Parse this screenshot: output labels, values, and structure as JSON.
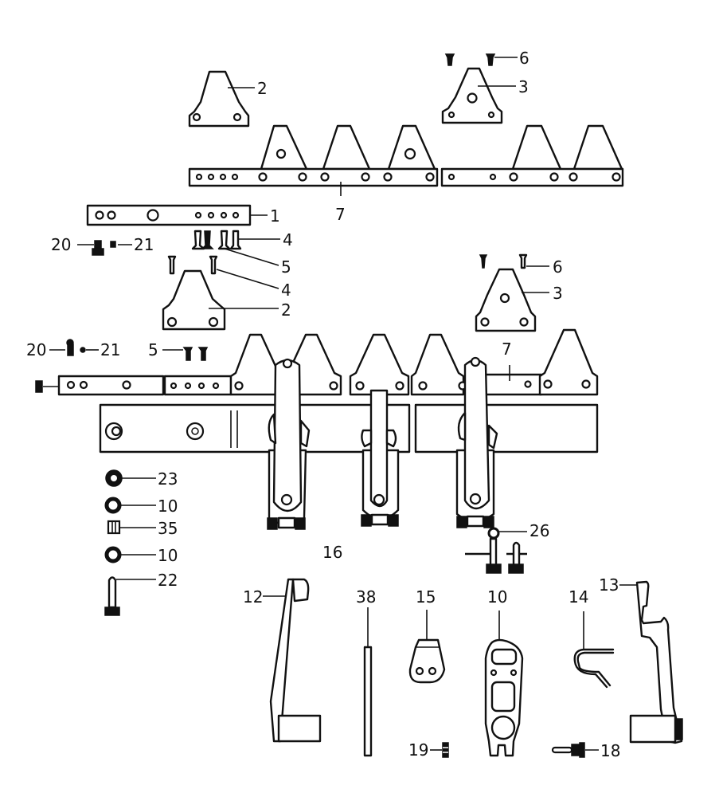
{
  "diagram": {
    "type": "exploded-parts-diagram",
    "subject": "mower cutter bar / knife assembly",
    "background_color": "#ffffff",
    "line_color": "#111111",
    "callouts": [
      {
        "id": "c2a",
        "label": "2",
        "part": "knife section (upper, plain)"
      },
      {
        "id": "c3a",
        "label": "3",
        "part": "knife section with center hole (upper)"
      },
      {
        "id": "c6a",
        "label": "6",
        "part": "rivet (upper)"
      },
      {
        "id": "c7a",
        "label": "7",
        "part": "knife bar with sections (upper)"
      },
      {
        "id": "c1",
        "label": "1",
        "part": "knife back / head bar"
      },
      {
        "id": "c20a",
        "label": "20",
        "part": "bolt (upper)"
      },
      {
        "id": "c21a",
        "label": "21",
        "part": "nut (upper)"
      },
      {
        "id": "c4a",
        "label": "4",
        "part": "rivets (row)"
      },
      {
        "id": "c5a",
        "label": "5",
        "part": "rivets (row)"
      },
      {
        "id": "c4b",
        "label": "4",
        "part": "rivet (single)"
      },
      {
        "id": "c2b",
        "label": "2",
        "part": "knife section (middle)"
      },
      {
        "id": "c6b",
        "label": "6",
        "part": "rivet (middle)"
      },
      {
        "id": "c3b",
        "label": "3",
        "part": "knife section with center hole (middle)"
      },
      {
        "id": "c20b",
        "label": "20",
        "part": "bolt (lower)"
      },
      {
        "id": "c21b",
        "label": "21",
        "part": "nut (lower)"
      },
      {
        "id": "c5b",
        "label": "5",
        "part": "rivets (lower)"
      },
      {
        "id": "c7b",
        "label": "7",
        "part": "knife bar (assembled)"
      },
      {
        "id": "c23",
        "label": "23",
        "part": "nut"
      },
      {
        "id": "c10a",
        "label": "10",
        "part": "washer"
      },
      {
        "id": "c35",
        "label": "35",
        "part": "spacer"
      },
      {
        "id": "c10b",
        "label": "10",
        "part": "washer"
      },
      {
        "id": "c22",
        "label": "22",
        "part": "bolt"
      },
      {
        "id": "c16",
        "label": "16",
        "part": "guard / finger bar assembly"
      },
      {
        "id": "c26",
        "label": "26",
        "part": "lock nut"
      },
      {
        "id": "c12",
        "label": "12",
        "part": "left hold-down clip / lever"
      },
      {
        "id": "c38",
        "label": "38",
        "part": "rod"
      },
      {
        "id": "c15",
        "label": "15",
        "part": "wear plate"
      },
      {
        "id": "c10c",
        "label": "10",
        "part": "guard finger"
      },
      {
        "id": "c14",
        "label": "14",
        "part": "bent clip"
      },
      {
        "id": "c13",
        "label": "13",
        "part": "right hold-down clip / lever"
      },
      {
        "id": "c19",
        "label": "19",
        "part": "small bolt"
      },
      {
        "id": "c18",
        "label": "18",
        "part": "bolt with nut"
      }
    ]
  }
}
